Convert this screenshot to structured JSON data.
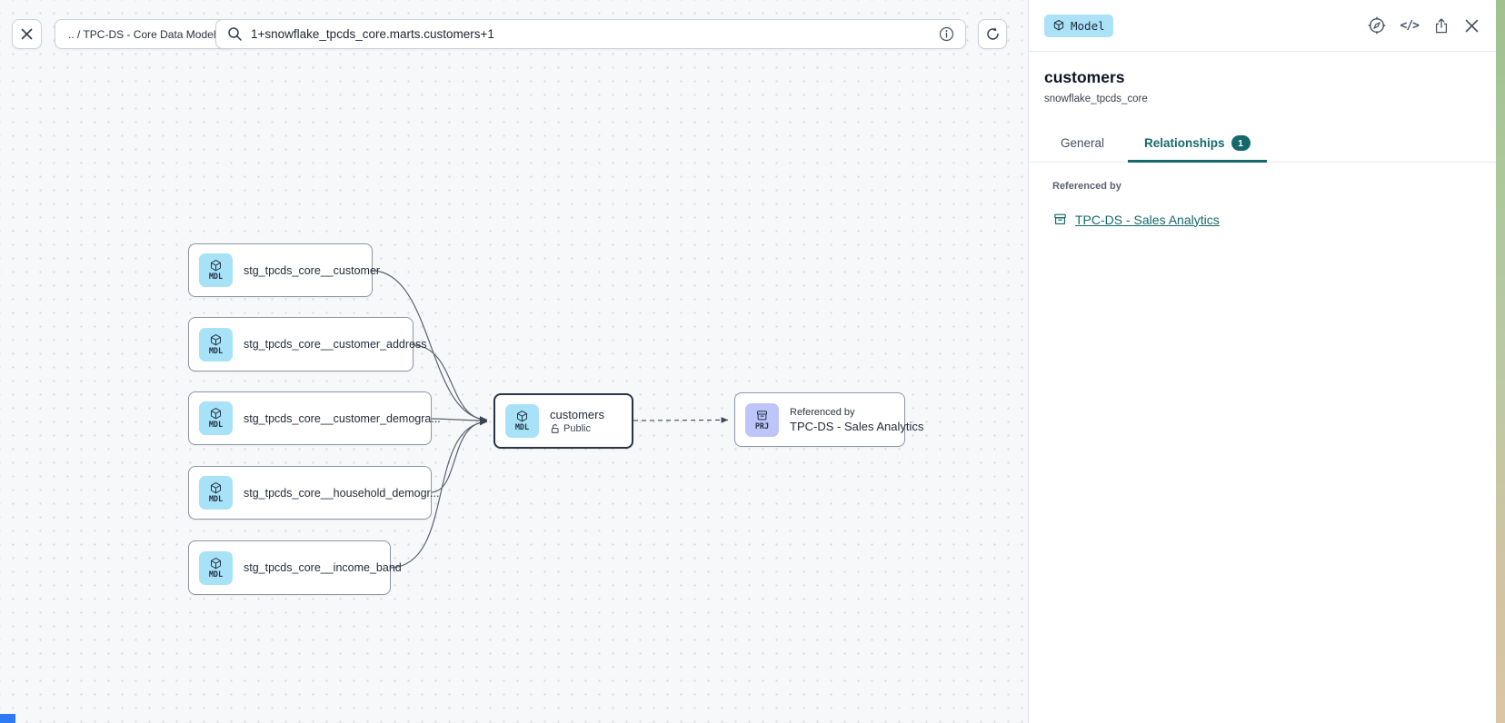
{
  "topbar": {
    "breadcrumb": ".. / TPC-DS - Core Data Models",
    "search_value": "1+snowflake_tpcds_core.marts.customers+1"
  },
  "canvas": {
    "nodes": [
      {
        "badge": "MDL",
        "label": "stg_tpcds_core__customer"
      },
      {
        "badge": "MDL",
        "label": "stg_tpcds_core__customer_address"
      },
      {
        "badge": "MDL",
        "label": "stg_tpcds_core__customer_demogra..."
      },
      {
        "badge": "MDL",
        "label": "stg_tpcds_core__household_demogr..."
      },
      {
        "badge": "MDL",
        "label": "stg_tpcds_core__income_band"
      },
      {
        "badge": "MDL",
        "label": "customers",
        "access": "Public",
        "selected": true
      },
      {
        "badge": "PRJ",
        "title": "Referenced by",
        "label": "TPC-DS - Sales Analytics"
      }
    ]
  },
  "panel": {
    "type_badge": "Model",
    "code_glyph": "</>",
    "title": "customers",
    "subtitle": "snowflake_tpcds_core",
    "tabs": [
      {
        "label": "General"
      },
      {
        "label": "Relationships",
        "count": "1",
        "active": true
      }
    ],
    "section_label": "Referenced by",
    "reference_link": "TPC-DS - Sales Analytics"
  },
  "colors": {
    "accent_teal": "#15696c",
    "model_badge_bg": "#a7e2f8",
    "project_badge_bg": "#bdc5f9",
    "selected_border": "#2a3444",
    "canvas_bg": "#f7f8fa"
  }
}
